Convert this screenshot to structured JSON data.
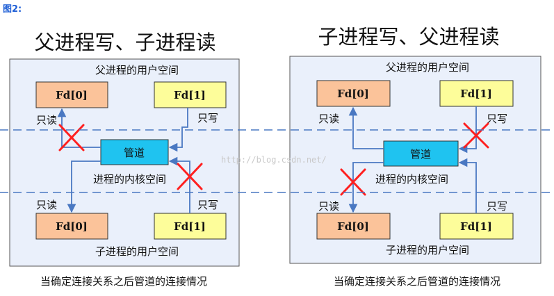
{
  "figure_label": "图2:",
  "watermark": "http://blog.csdn.net/",
  "colors": {
    "panel_bg": "#eaf0fb",
    "fd0": "#fbc39a",
    "fd1": "#fdfd9a",
    "pipe": "#1fc3f0",
    "connector": "#4a78c2",
    "cross": "#ff2020"
  },
  "panels": [
    {
      "title": "父进程写、子进程读",
      "parent_space": "父进程的用户空间",
      "child_space": "子进程的用户空间",
      "fd0": "Fd[0]",
      "fd1": "Fd[1]",
      "read_label": "只读",
      "write_label": "只写",
      "pipe": "管道",
      "kernel_label": "进程的内核空间",
      "caption": "当确定连接关系之后管道的连接情况"
    },
    {
      "title": "子进程写、父进程读",
      "parent_space": "父进程的用户空间",
      "child_space": "子进程的用户空间",
      "fd0": "Fd[0]",
      "fd1": "Fd[1]",
      "read_label": "只读",
      "write_label": "只写",
      "pipe": "管道",
      "kernel_label": "进程的内核空间",
      "caption": "当确定连接关系之后管道的连接情况"
    }
  ]
}
